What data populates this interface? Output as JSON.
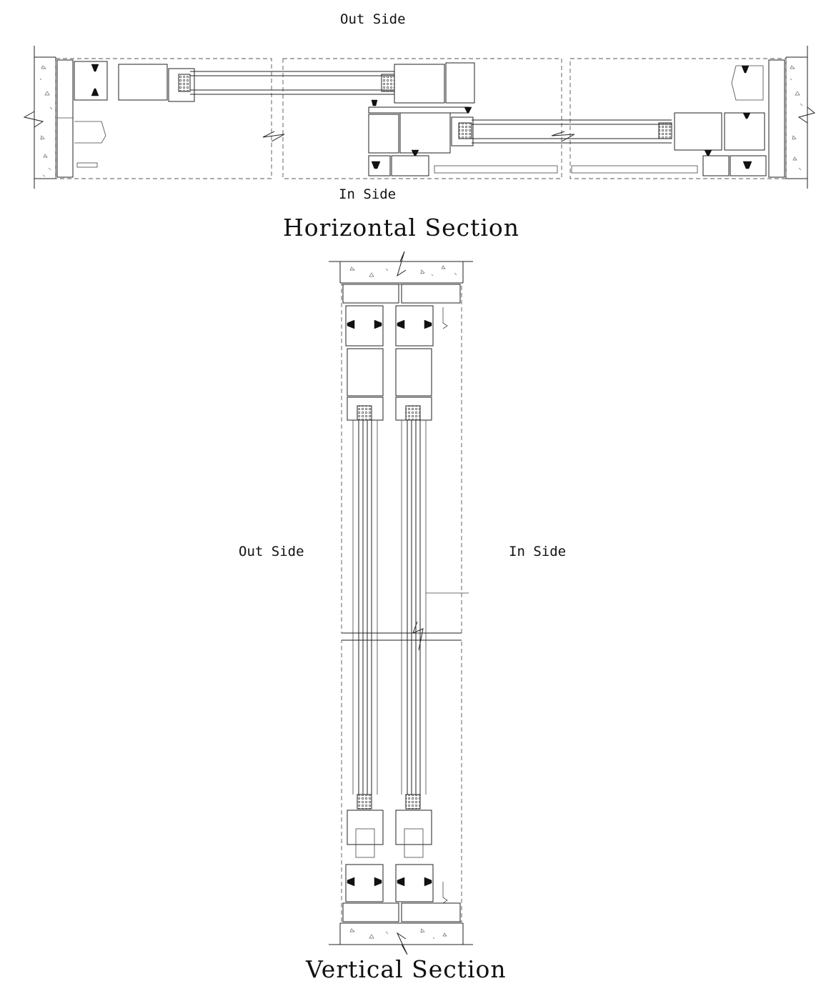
{
  "horizontal": {
    "outside_label": "Out Side",
    "inside_label": "In Side",
    "title": "Horizontal Section"
  },
  "vertical": {
    "outside_label": "Out Side",
    "inside_label": "In Side",
    "title": "Vertical Section"
  }
}
